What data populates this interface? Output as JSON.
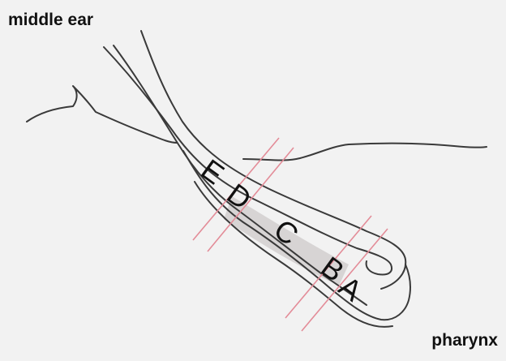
{
  "labels": {
    "top_left": "middle ear",
    "bottom_right": "pharynx"
  },
  "segments": [
    {
      "id": "E",
      "label": "E"
    },
    {
      "id": "D",
      "label": "D"
    },
    {
      "id": "C",
      "label": "C"
    },
    {
      "id": "B",
      "label": "B"
    },
    {
      "id": "A",
      "label": "A"
    }
  ],
  "colors": {
    "background": "#f2f2f2",
    "outline": "#3a3a3a",
    "cut_lines": "#e38c98",
    "lumen_shading": "#d2cfcf",
    "text": "#111111"
  }
}
